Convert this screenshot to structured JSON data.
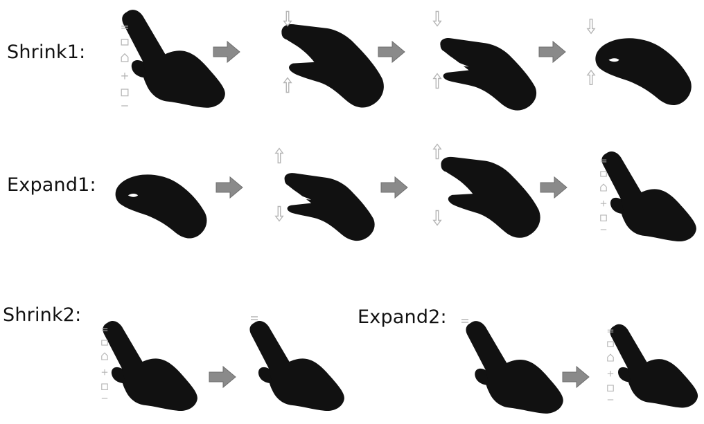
{
  "rows": {
    "shrink1": {
      "label": "Shrink1:"
    },
    "expand1": {
      "label": "Expand1:"
    },
    "shrink2": {
      "label": "Shrink2:"
    },
    "expand2": {
      "label": "Expand2:"
    }
  },
  "colors": {
    "hand": "#111111",
    "arrow": "#8a8a8a",
    "menu_ghost": "#bdbdbd"
  },
  "icons": [
    "hand-pointing-icon",
    "hand-pinch-icon",
    "arrow-right-icon",
    "menu-icon-stack"
  ]
}
